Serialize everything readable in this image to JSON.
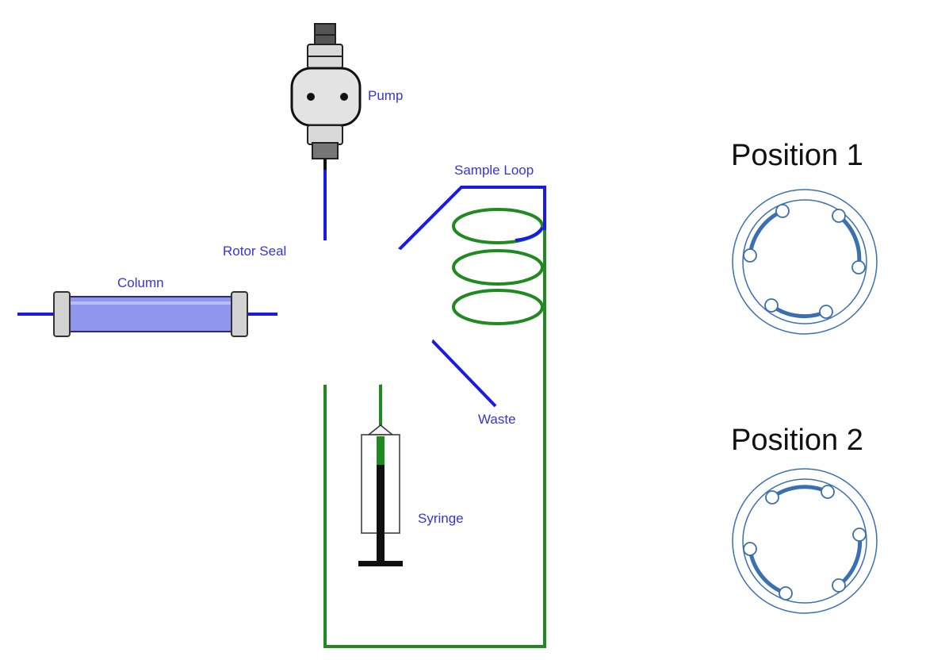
{
  "labels": {
    "pump": "Pump",
    "sample_loop": "Sample Loop",
    "rotor_seal": "Rotor Seal",
    "column": "Column",
    "waste": "Waste",
    "syringe": "Syringe"
  },
  "positions": [
    {
      "title": "Position 1"
    },
    {
      "title": "Position 2"
    }
  ],
  "colors": {
    "tubing_blue": "#1a1ae6",
    "loop_green": "#1f8a1f",
    "column_fill": "#8f96ee",
    "label_blue": "#3535d8",
    "valve_blue": "#3a6fb0"
  }
}
